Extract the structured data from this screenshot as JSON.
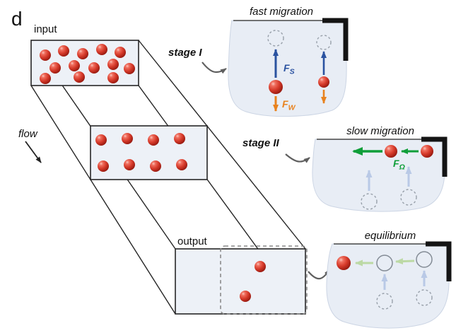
{
  "figure": {
    "panel_label": "d"
  },
  "channel": {
    "input_label": "input",
    "flow_label": "flow",
    "output_label": "output"
  },
  "stages": {
    "stage1": "stage I",
    "stage2": "stage II"
  },
  "insets": {
    "fast": {
      "title": "fast migration",
      "lift_force": {
        "symbol": "F",
        "sub": "S"
      },
      "wall_force": {
        "symbol": "F",
        "sub": "W"
      }
    },
    "slow": {
      "title": "slow migration",
      "rotation_force": {
        "symbol": "F",
        "sub": "Ω"
      }
    },
    "equilibrium": {
      "title": "equilibrium"
    }
  },
  "colors": {
    "particle_red": "#cf2e21",
    "lift_blue": "#2a52a0",
    "wall_orange": "#e8821e",
    "rotation_green": "#0f9e39",
    "pale_green": "#bcd9a5",
    "pale_blue": "#b9c9e6",
    "connector": "#5f5f5f",
    "panel_fill": "#e8edf5",
    "channel_fill": "#edf1f7"
  }
}
